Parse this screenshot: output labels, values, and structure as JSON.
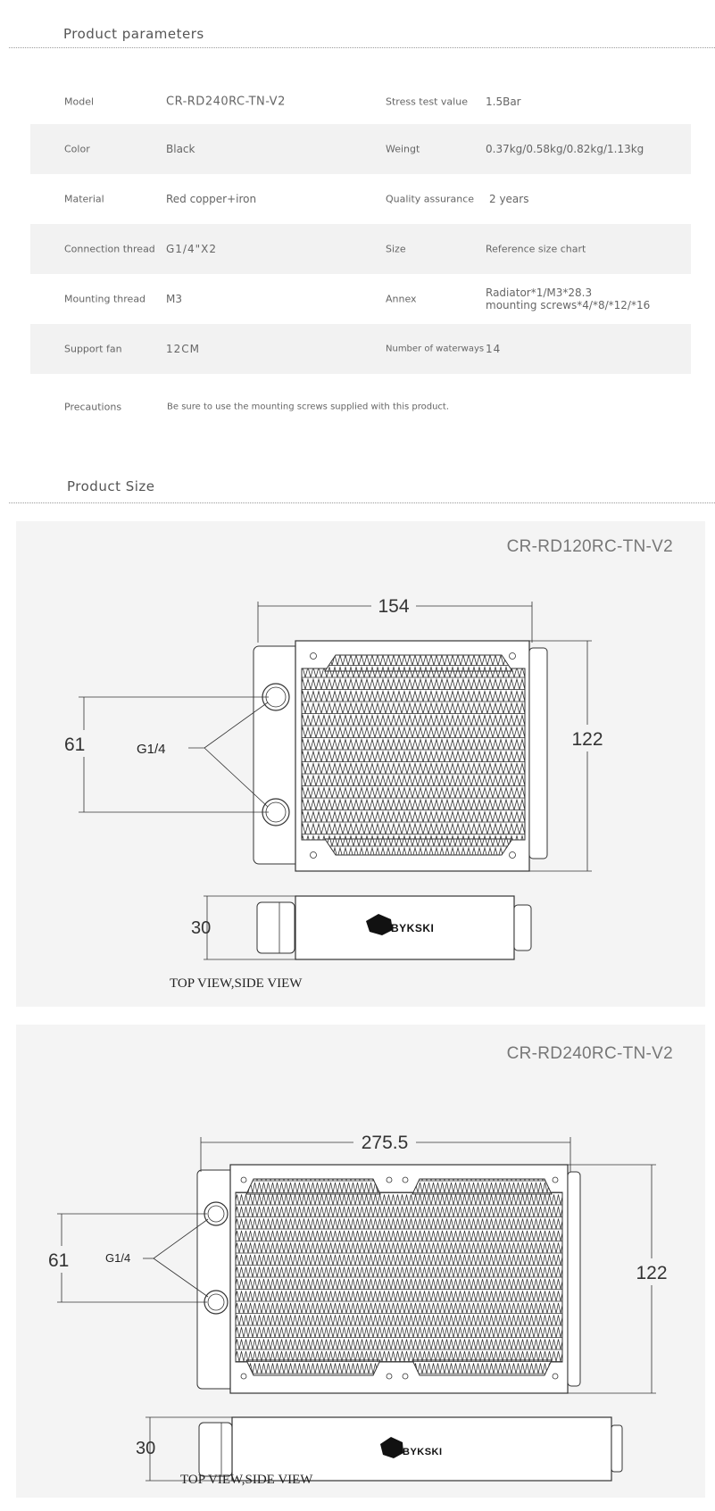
{
  "sections": {
    "parameters_title": "Product parameters",
    "size_title": "Product Size"
  },
  "parameters": {
    "model_label": "Model",
    "model_value": "CR-RD240RC-TN-V2",
    "stress_label": "Stress test value",
    "stress_value": "1.5Bar",
    "color_label": "Color",
    "color_value": "Black",
    "weight_label": "Weingt",
    "weight_value": "0.37kg/0.58kg/0.82kg/1.13kg",
    "material_label": "Material",
    "material_value": "Red copper+iron",
    "quality_label": "Quality assurance",
    "quality_value": "2 years",
    "thread_label": "Connection thread",
    "thread_value": "G1/4\"X2",
    "size_label": "Size",
    "size_value": "Reference size chart",
    "mounting_label": "Mounting thread",
    "mounting_value": "M3",
    "annex_label": "Annex",
    "annex_value_line1": "Radiator*1/M3*28.3",
    "annex_value_line2": "mounting screws*4/*8/*12/*16",
    "fan_label": "Support fan",
    "fan_value": "12CM",
    "waterways_label": "Number of waterways",
    "waterways_value": "14",
    "precautions_label": "Precautions",
    "precautions_value": "Be sure to use the mounting screws supplied with this product."
  },
  "diagram_120": {
    "model": "CR-RD120RC-TN-V2",
    "width_dim": "154",
    "height_dim": "122",
    "port_spacing_dim": "61",
    "port_label": "G1/4",
    "thickness_dim": "30",
    "brand": "BYKSKI",
    "caption": "TOP VIEW,SIDE VIEW"
  },
  "diagram_240": {
    "model": "CR-RD240RC-TN-V2",
    "width_dim": "275.5",
    "height_dim": "122",
    "port_spacing_dim": "61",
    "port_label": "G1/4",
    "thickness_dim": "30",
    "brand": "BYKSKI",
    "caption": "TOP VIEW,SIDE VIEW"
  }
}
